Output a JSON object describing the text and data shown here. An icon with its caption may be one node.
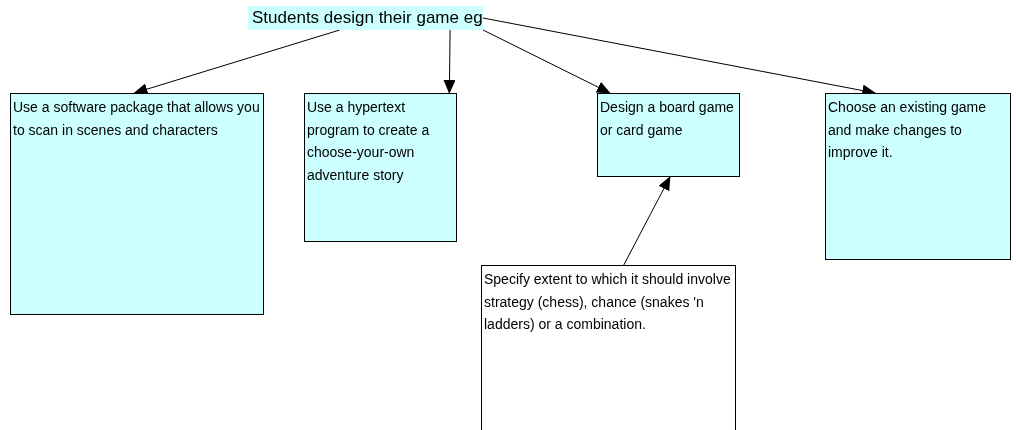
{
  "diagram": {
    "nodes": [
      {
        "text": [
          "Students design their game eg"
        ]
      },
      {
        "text": [
          "Use a software package that allows you to scan in scenes and characters"
        ]
      },
      {
        "text": [
          "Use a hypertext program to create a choose-your-own adventure story"
        ]
      },
      {
        "text": [
          "Design a board game or card game"
        ]
      },
      {
        "text": [
          "Choose an existing game and make changes to improve it."
        ]
      },
      {
        "text": [
          "Specify extent to which it should involve strategy (chess), chance (snakes 'n ladders) or a combination."
        ]
      }
    ],
    "edges": [
      {
        "from": 0,
        "to": 1,
        "arrow": "to"
      },
      {
        "from": 0,
        "to": 2,
        "arrow": "to"
      },
      {
        "from": 0,
        "to": 3,
        "arrow": "to"
      },
      {
        "from": 0,
        "to": 4,
        "arrow": "to"
      },
      {
        "from": 5,
        "to": 3,
        "arrow": "to"
      }
    ]
  }
}
